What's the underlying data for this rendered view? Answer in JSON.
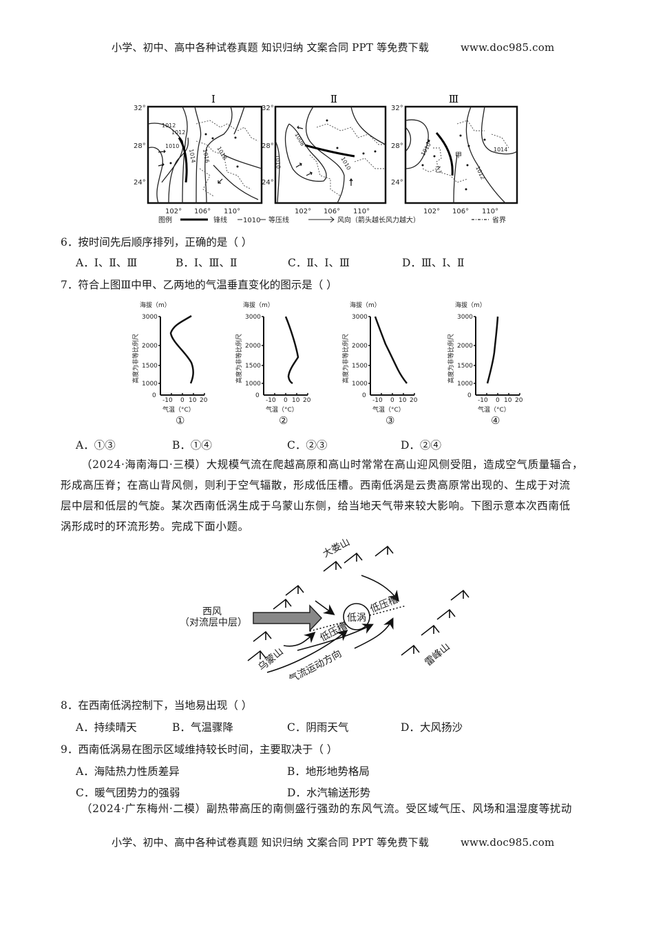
{
  "header": {
    "left": "小学、初中、高中各种试卷真题  知识归纳  文案合同  PPT 等免费下载",
    "right": "www.doc985.com"
  },
  "footer": {
    "left": "小学、初中、高中各种试卷真题  知识归纳  文案合同  PPT 等免费下载",
    "right": "www.doc985.com"
  },
  "map_figure": {
    "panels": [
      {
        "label": "Ⅰ",
        "isobars": [
          "1012",
          "1012",
          "1010",
          "1014",
          "1016",
          "1018"
        ]
      },
      {
        "label": "Ⅱ",
        "isobars": [
          "1008",
          "1010",
          "1010"
        ]
      },
      {
        "label": "Ⅲ",
        "isobars": [
          "1010",
          "1014",
          "1012"
        ],
        "places": [
          "甲",
          "乙"
        ]
      }
    ],
    "lat_labels": [
      "32°",
      "28°",
      "24°"
    ],
    "lon_labels": [
      "102°",
      "106°",
      "110°"
    ],
    "legend": {
      "title": "图例",
      "front": "锋线",
      "isobar_sample": "1010",
      "isobar": "等压线",
      "wind": "风向（箭头越长风力越大）",
      "boundary": "省界"
    }
  },
  "q6": {
    "stem": "6．按时间先后顺序排列，正确的是（    ）",
    "options": [
      {
        "letter": "A．",
        "text": "Ⅰ、Ⅱ、Ⅲ"
      },
      {
        "letter": "B．",
        "text": "Ⅰ、Ⅲ、Ⅱ"
      },
      {
        "letter": "C．",
        "text": "Ⅱ、Ⅰ、Ⅲ"
      },
      {
        "letter": "D．",
        "text": "Ⅲ、Ⅰ、Ⅱ"
      }
    ]
  },
  "q7": {
    "stem": "7．符合上图Ⅲ中甲、乙两地的气温垂直变化的图示是（    ）",
    "options": [
      {
        "letter": "A．",
        "text": "①③"
      },
      {
        "letter": "B．",
        "text": "①④"
      },
      {
        "letter": "C．",
        "text": "②③"
      },
      {
        "letter": "D．",
        "text": "②④"
      }
    ]
  },
  "chart_data": [
    {
      "type": "line",
      "title": "①",
      "xlabel": "气温（°C）",
      "ylabel": "海拔（m）",
      "y_axis_note": "高度为非等比例尺",
      "xticks": [
        -10,
        0,
        10,
        20
      ],
      "yticks": [
        0,
        1000,
        1500,
        2000,
        3000
      ],
      "points": [
        [
          8,
          1000
        ],
        [
          11,
          1200
        ],
        [
          10,
          1500
        ],
        [
          4,
          1800
        ],
        [
          -6,
          2100
        ],
        [
          -8,
          2300
        ],
        [
          -2,
          2600
        ],
        [
          10,
          2950
        ]
      ]
    },
    {
      "type": "line",
      "title": "②",
      "xlabel": "气温（°C）",
      "ylabel": "海拔（m）",
      "y_axis_note": "高度为非等比例尺",
      "xticks": [
        -10,
        0,
        10,
        20
      ],
      "yticks": [
        0,
        1000,
        1500,
        2000,
        3000
      ],
      "points": [
        [
          5,
          1000
        ],
        [
          2,
          1150
        ],
        [
          3,
          1350
        ],
        [
          7,
          1500
        ],
        [
          12,
          1700
        ],
        [
          8,
          2300
        ],
        [
          0,
          2950
        ]
      ]
    },
    {
      "type": "line",
      "title": "③",
      "xlabel": "气温（°C）",
      "ylabel": "海拔（m）",
      "y_axis_note": "高度为非等比例尺",
      "xticks": [
        -10,
        0,
        10,
        20
      ],
      "yticks": [
        0,
        1000,
        1500,
        2000,
        3000
      ],
      "points": [
        [
          12,
          1000
        ],
        [
          5,
          1300
        ],
        [
          -1,
          1650
        ],
        [
          -6,
          2000
        ],
        [
          -13,
          2950
        ]
      ]
    },
    {
      "type": "line",
      "title": "④",
      "xlabel": "气温（°C）",
      "ylabel": "海拔（m）",
      "y_axis_note": "高度为非等比例尺",
      "xticks": [
        -10,
        0,
        10,
        20
      ],
      "yticks": [
        0,
        1000,
        1500,
        2000,
        3000
      ],
      "points": [
        [
          -10,
          1000
        ],
        [
          -6,
          1500
        ],
        [
          -3,
          2000
        ],
        [
          -1,
          2500
        ],
        [
          0,
          2950
        ]
      ]
    }
  ],
  "passage1": {
    "lines": [
      "（2024·海南海口·三模）大规模气流在爬越高原和高山时常常在高山迎风侧受阻，造成空气质量辐合，",
      "形成高压脊；在高山背风侧，则利于空气辐散，形成低压槽。西南低涡是云贵高原常出现的、生成于对流",
      "层中层和低层的气旋。某次西南低涡生成于乌蒙山东侧，给当地天气带来较大影响。下图示意本次西南低",
      "涡形成时的环流形势。完成下面小题。"
    ]
  },
  "circulation_figure": {
    "west_wind": "西风",
    "west_wind_note": "（对流层中层）",
    "vortex": "低涡",
    "trough_left": "低压槽",
    "trough_right": "低压槽",
    "mountain_daloushan": "大娄山",
    "mountain_wumeng": "乌蒙山",
    "mountain_leifeng": "雷峰山",
    "airflow": "气流运动方向"
  },
  "q8": {
    "stem": "8．在西南低涡控制下，当地易出现（    ）",
    "options": [
      {
        "letter": "A．",
        "text": "持续晴天"
      },
      {
        "letter": "B．",
        "text": "气温骤降"
      },
      {
        "letter": "C．",
        "text": "阴雨天气"
      },
      {
        "letter": "D．",
        "text": "大风扬沙"
      }
    ]
  },
  "q9": {
    "stem": "9．西南低涡易在图示区域维持较长时间，主要取决于（    ）",
    "options": [
      {
        "letter": "A．",
        "text": "海陆热力性质差异"
      },
      {
        "letter": "B．",
        "text": "地形地势格局"
      },
      {
        "letter": "C．",
        "text": "暖气团势力的强弱"
      },
      {
        "letter": "D．",
        "text": "水汽输送形势"
      }
    ]
  },
  "passage2": {
    "lines": [
      "（2024·广东梅州·二模）副热带高压的南侧盛行强劲的东风气流。受区域气压、风场和温湿度等扰动"
    ]
  }
}
